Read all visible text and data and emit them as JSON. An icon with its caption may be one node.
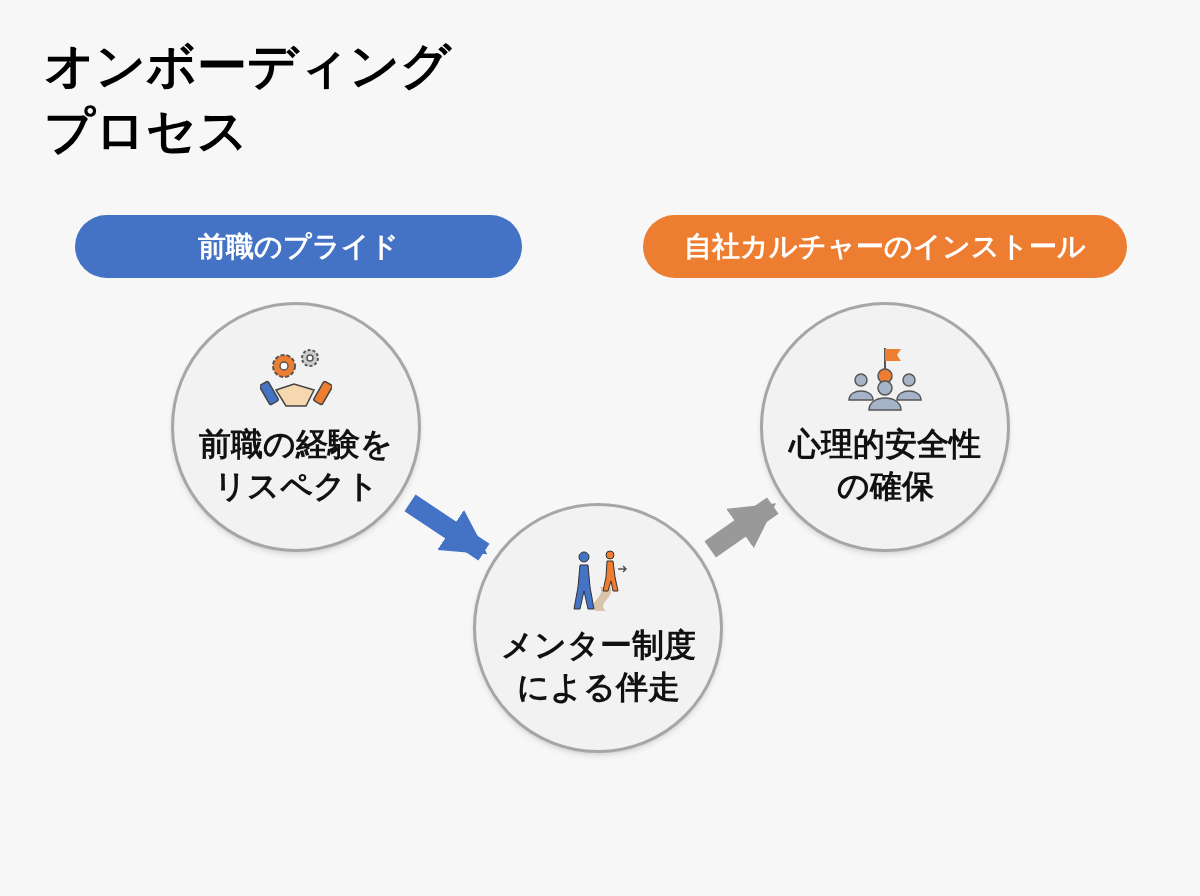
{
  "diagram": {
    "title": "オンボーディングプロセス",
    "nodes": [
      {
        "text": [
          "前職のプライド"
        ]
      },
      {
        "text": [
          "自社カルチャーのインストール"
        ]
      },
      {
        "text": [
          "前職の経験をリスペクト"
        ]
      },
      {
        "text": [
          "メンター制度による伴走"
        ]
      },
      {
        "text": [
          "心理的安全性の確保"
        ]
      }
    ],
    "edges": [
      {
        "from": 2,
        "to": 3,
        "arrow": "to",
        "color": "#4472c4"
      },
      {
        "from": 3,
        "to": 4,
        "arrow": "to",
        "color": "#999999"
      }
    ]
  }
}
